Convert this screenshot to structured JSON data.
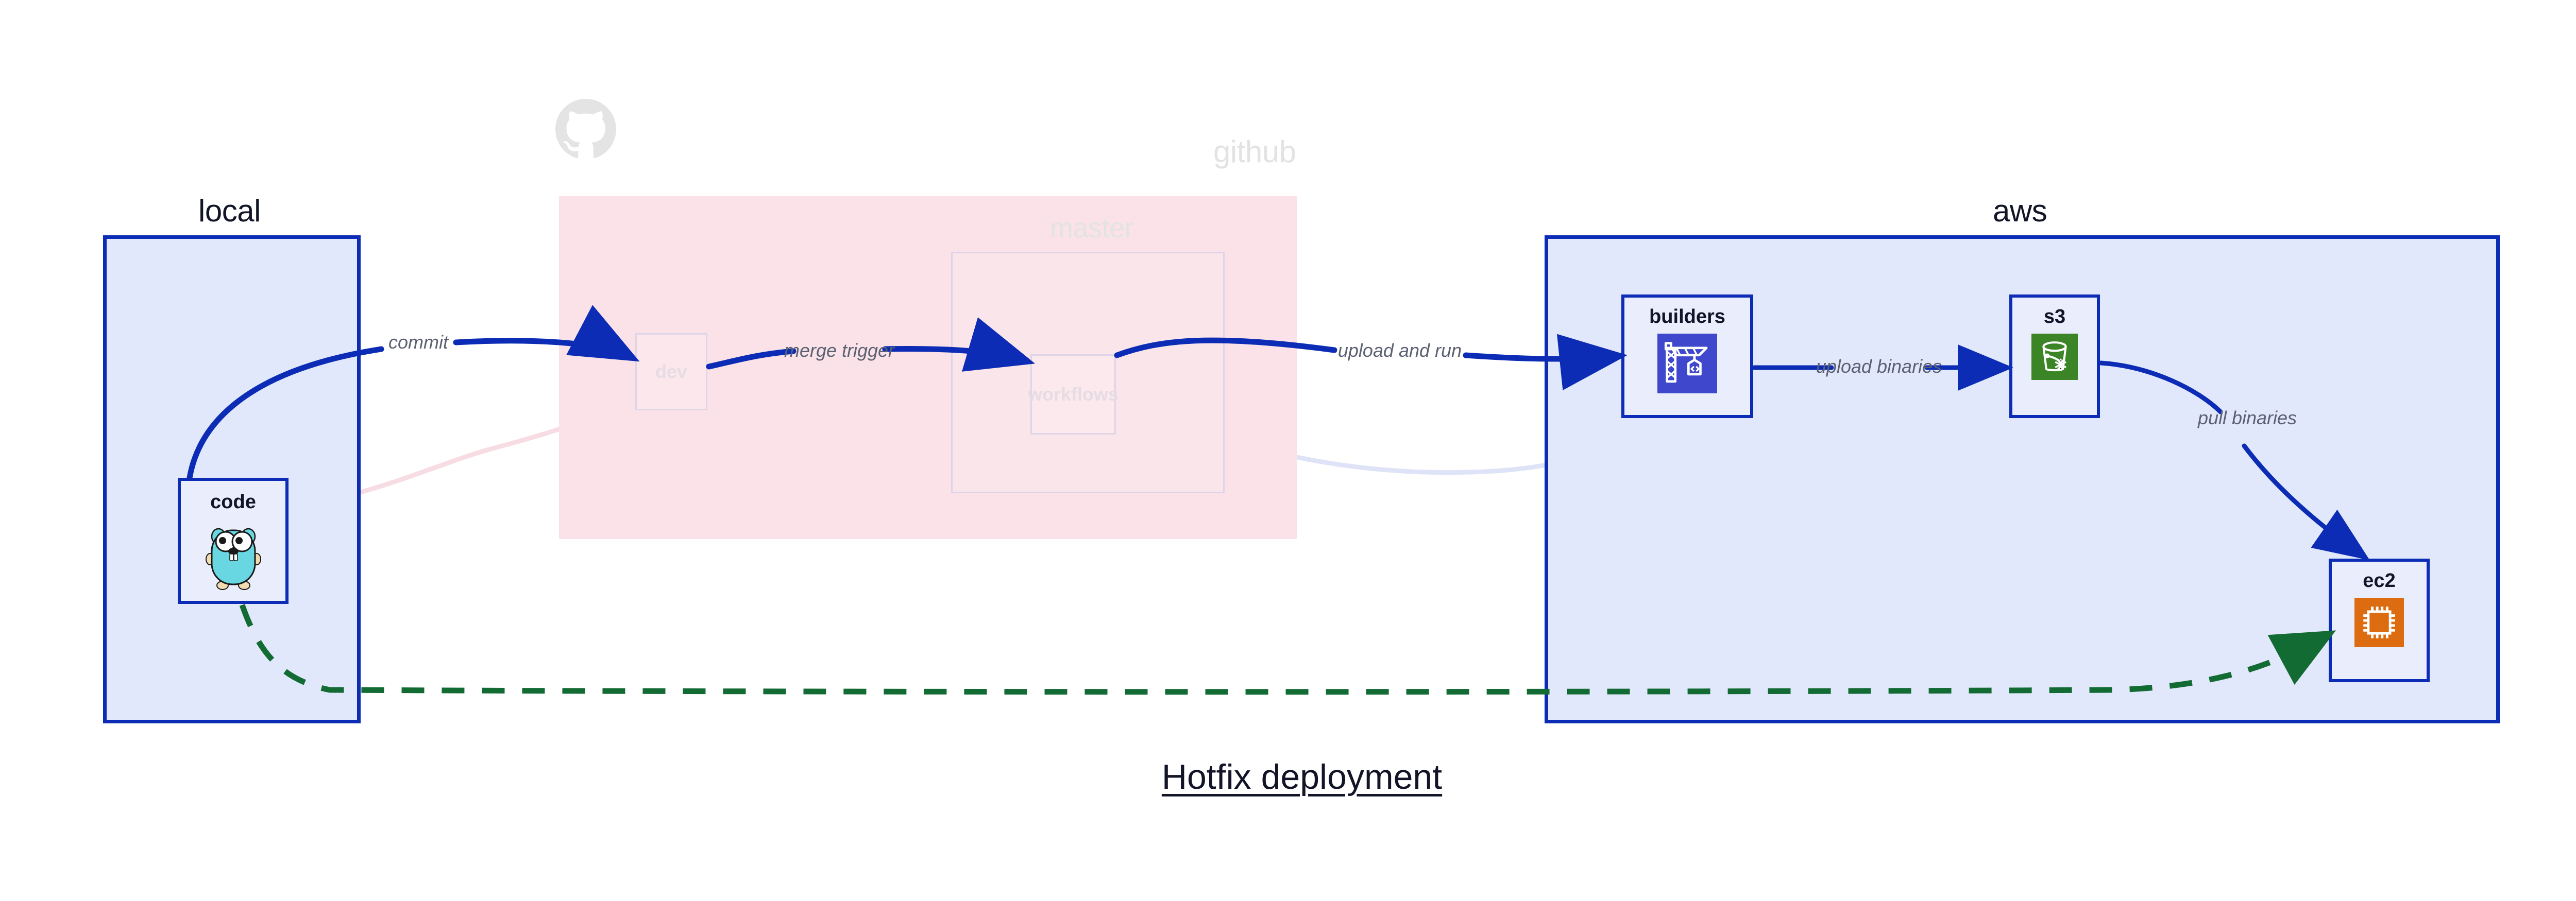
{
  "title": {
    "text": "Hotfix deployment"
  },
  "groups": [
    {
      "key": "local",
      "label": "local",
      "faded": false
    },
    {
      "key": "github",
      "label": "github",
      "faded": true
    },
    {
      "key": "aws",
      "label": "aws",
      "faded": false
    }
  ],
  "nodes": [
    {
      "key": "code",
      "label": "code",
      "icon": "go-gopher-icon",
      "group": "local",
      "faded": false
    },
    {
      "key": "dev",
      "label": "dev",
      "icon": "branch-icon",
      "group": "github",
      "faded": true
    },
    {
      "key": "workflows",
      "label": "workflows",
      "icon": "workflow-icon",
      "group": "github",
      "faded": true
    },
    {
      "key": "master",
      "label": "master",
      "icon": "branch-icon",
      "group": "github",
      "faded": true
    },
    {
      "key": "builders",
      "label": "builders",
      "icon": "aws-codebuild-icon",
      "group": "aws",
      "faded": false
    },
    {
      "key": "s3",
      "label": "s3",
      "icon": "aws-s3-bucket-icon",
      "group": "aws",
      "faded": false
    },
    {
      "key": "ec2",
      "label": "ec2",
      "icon": "aws-ec2-chip-icon",
      "group": "aws",
      "faded": false
    }
  ],
  "edges": [
    {
      "key": "commit",
      "label": "commit",
      "from": "code",
      "to": "dev",
      "style": "solid",
      "color": "#0c2cb5",
      "faded": false
    },
    {
      "key": "merge",
      "label": "merge trigger",
      "from": "dev",
      "to": "workflows",
      "style": "solid",
      "color": "#0c2cb5",
      "faded": false
    },
    {
      "key": "uploadrun",
      "label": "upload and run",
      "from": "workflows",
      "to": "builders",
      "style": "solid",
      "color": "#0c2cb5",
      "faded": false
    },
    {
      "key": "uploadbin",
      "label": "upload binaries",
      "from": "builders",
      "to": "s3",
      "style": "solid",
      "color": "#0c2cb5",
      "faded": false
    },
    {
      "key": "pullbin",
      "label": "pull binaries",
      "from": "s3",
      "to": "ec2",
      "style": "solid",
      "color": "#0c2cb5",
      "faded": false
    },
    {
      "key": "hotfix",
      "label": "",
      "from": "code",
      "to": "ec2",
      "style": "dashed",
      "color": "#136b34",
      "faded": false
    }
  ],
  "colors": {
    "group_border": "#0c2cb5",
    "group_fill_blue": "#e2e8fb",
    "group_fill_pink": "#fae2e8",
    "node_fill": "#eaeefc",
    "arrow_blue": "#0c2cb5",
    "arrow_green": "#136b34",
    "label_text": "#5b6172",
    "title_text": "#121427",
    "codebuild_blue": "#3f48cc",
    "s3_green": "#3c8527",
    "ec2_orange": "#dd6b10",
    "gopher_teal": "#69d7e2",
    "faded_gray": "#e3e3e3"
  },
  "icons": {
    "github_logo": "github-octocat-icon",
    "gopher": "go-gopher-icon",
    "codebuild": "aws-codebuild-crane-icon",
    "s3": "aws-s3-bucket-snowflake-icon",
    "ec2": "aws-ec2-chip-icon"
  }
}
